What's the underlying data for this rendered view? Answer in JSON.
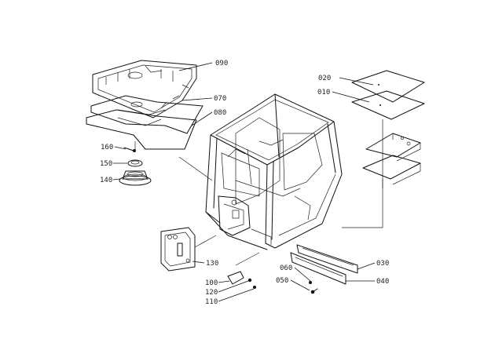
{
  "diagram": {
    "callouts": [
      {
        "id": "090",
        "text": "090"
      },
      {
        "id": "070",
        "text": "070"
      },
      {
        "id": "080",
        "text": "080"
      },
      {
        "id": "020",
        "text": "020"
      },
      {
        "id": "010",
        "text": "010"
      },
      {
        "id": "160",
        "text": "160"
      },
      {
        "id": "150",
        "text": "150"
      },
      {
        "id": "140",
        "text": "140"
      },
      {
        "id": "130",
        "text": "130"
      },
      {
        "id": "030",
        "text": "030"
      },
      {
        "id": "060",
        "text": "060"
      },
      {
        "id": "040",
        "text": "040"
      },
      {
        "id": "050",
        "text": "050"
      },
      {
        "id": "100",
        "text": "100"
      },
      {
        "id": "120",
        "text": "120"
      },
      {
        "id": "110",
        "text": "110"
      }
    ]
  }
}
